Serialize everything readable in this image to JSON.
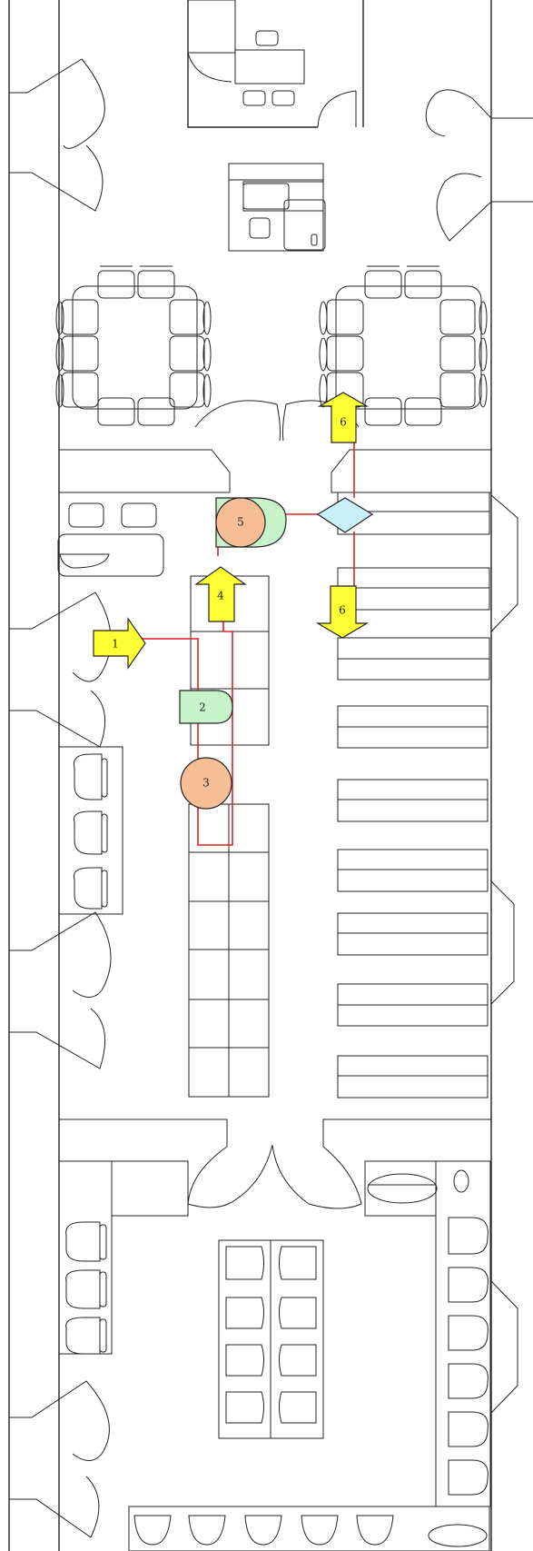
{
  "diagram": {
    "colors": {
      "arrow": "#ffff33",
      "circle_step": "#f5be95",
      "delay_step": "#c8f2c8",
      "decision": "#c8f0fa",
      "flow_line": "#e02020",
      "wall": "#222222"
    },
    "steps": [
      {
        "id": "step-1",
        "label": "1",
        "shape": "arrow-right"
      },
      {
        "id": "step-2",
        "label": "2",
        "shape": "delay"
      },
      {
        "id": "step-3",
        "label": "3",
        "shape": "circle"
      },
      {
        "id": "step-4",
        "label": "4",
        "shape": "arrow-up"
      },
      {
        "id": "step-5",
        "label": "5",
        "shape": "circle-with-delay"
      },
      {
        "id": "step-6-up",
        "label": "6",
        "shape": "arrow-up"
      },
      {
        "id": "step-6-down",
        "label": "6",
        "shape": "arrow-down"
      },
      {
        "id": "decision",
        "label": "",
        "shape": "diamond"
      }
    ]
  }
}
